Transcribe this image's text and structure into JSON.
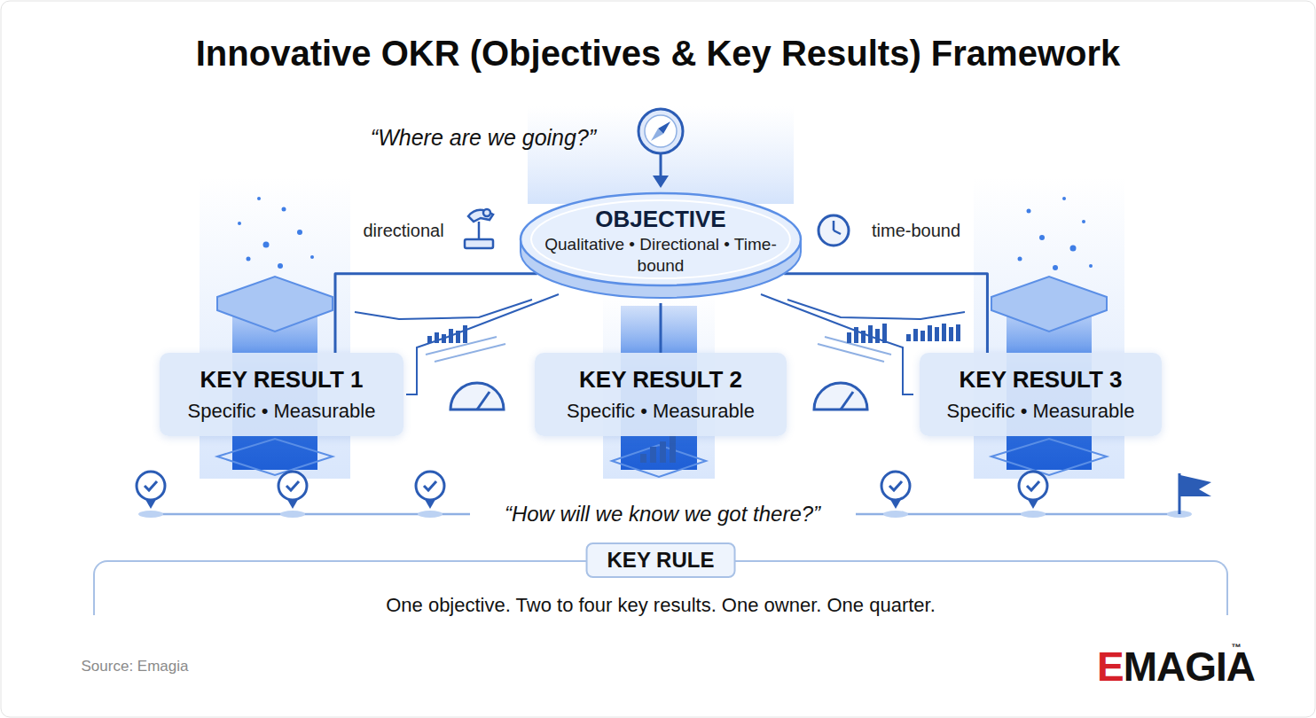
{
  "diagram": {
    "title": "Innovative OKR (Objectives & Key Results) Framework",
    "nodes": [
      {
        "text": [
          "OBJECTIVE",
          "Qualitative • Directional • Time-bound"
        ]
      },
      {
        "text": [
          "KEY RESULT 1",
          "Specific • Measurable"
        ]
      },
      {
        "text": [
          "KEY RESULT 2",
          "Specific • Measurable"
        ]
      },
      {
        "text": [
          "KEY RESULT 3",
          "Specific • Measurable"
        ]
      },
      {
        "text": [
          "KEY RULE",
          "One objective. Two to four key results. One owner. One quarter."
        ]
      }
    ],
    "edges": [
      {
        "from": 0,
        "to": 1,
        "arrow": "none"
      },
      {
        "from": 0,
        "to": 2,
        "arrow": "none"
      },
      {
        "from": 0,
        "to": 3,
        "arrow": "none"
      }
    ],
    "labels": [
      "“Where are we going?”",
      "directional",
      "time-bound",
      "“How will we know we got there?”",
      "Source: Emagia",
      "EMAGIA",
      "™"
    ]
  }
}
